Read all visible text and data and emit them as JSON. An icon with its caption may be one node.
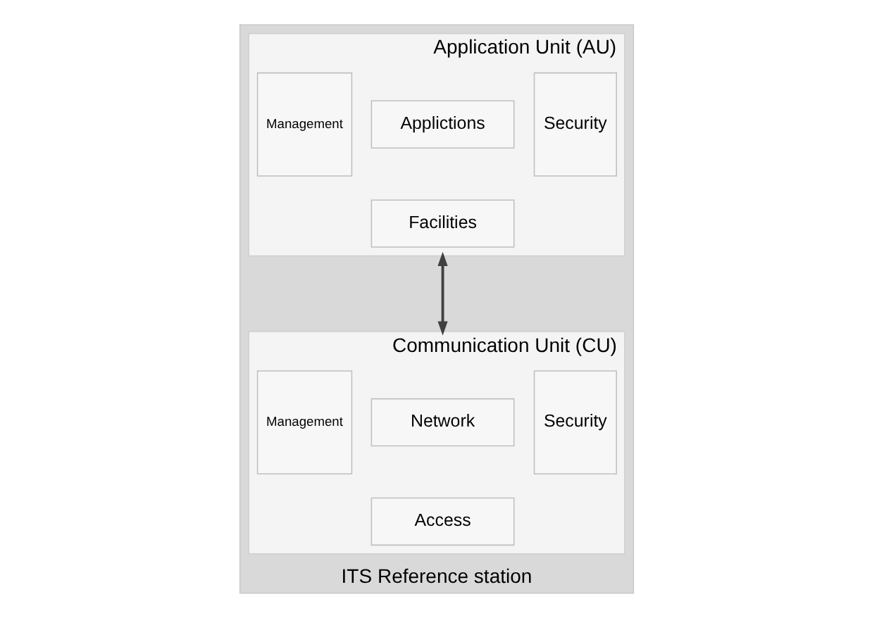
{
  "diagram": {
    "nodes": [
      {
        "text": [
          "ITS Reference station"
        ]
      },
      {
        "text": [
          "Application Unit (AU)"
        ],
        "in": 0
      },
      {
        "text": [
          "Management"
        ],
        "in": 1
      },
      {
        "text": [
          "Applictions"
        ],
        "in": 1
      },
      {
        "text": [
          "Facilities"
        ],
        "in": 1
      },
      {
        "text": [
          "Security"
        ],
        "in": 1
      },
      {
        "text": [
          "Communication Unit (CU)"
        ],
        "in": 0
      },
      {
        "text": [
          "Management"
        ],
        "in": 6
      },
      {
        "text": [
          "Network"
        ],
        "in": 6
      },
      {
        "text": [
          "Access"
        ],
        "in": 6
      },
      {
        "text": [
          "Security"
        ],
        "in": 6
      }
    ],
    "edges": [
      {
        "from": 1,
        "to": 6,
        "arrow": "both"
      }
    ]
  }
}
